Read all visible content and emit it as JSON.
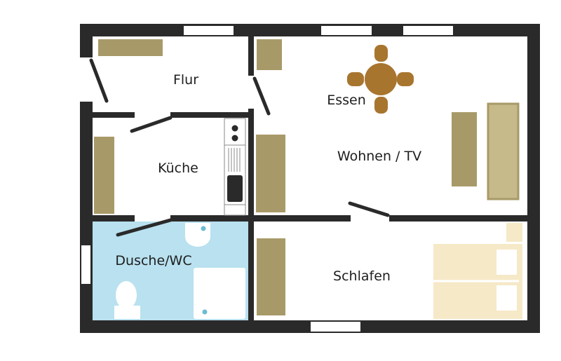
{
  "rooms": {
    "flur": "Flur",
    "essen": "Essen",
    "wohnen": "Wohnen / TV",
    "kueche": "Küche",
    "bad": "Dusche/WC",
    "schlafen": "Schlafen"
  },
  "colors": {
    "wall": "#2a2a2a",
    "furniture": "#a89a68",
    "sofa": "#c6b98a",
    "dining": "#a8752f",
    "bed": "#f6e9c8",
    "bathroom": "#b9e1ef",
    "fixture_dot": "#6bbcd0"
  }
}
